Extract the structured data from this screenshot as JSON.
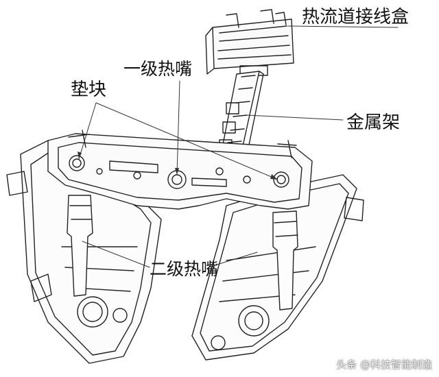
{
  "labels": {
    "junction_box": "热流道接线盒",
    "primary_nozzle": "一级热嘴",
    "pad": "垫块",
    "metal_frame": "金属架",
    "secondary_nozzle": "二级热嘴"
  },
  "watermark": "头条 @科技智能制造",
  "colors": {
    "line": "#222222",
    "label_text": "#111111"
  }
}
